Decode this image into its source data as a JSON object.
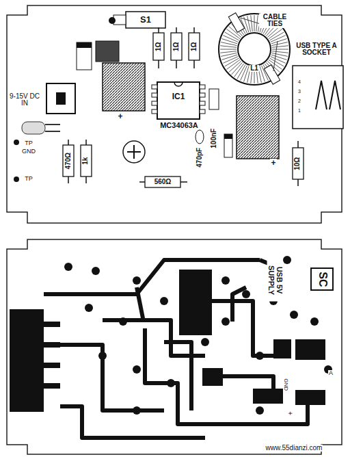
{
  "diagram": {
    "labels": [
      "S1",
      "CABLE TIES",
      "USB TYPE A SOCKET",
      "1Ω",
      "1Ω",
      "1Ω",
      "L1",
      "9-15V DC IN",
      "IC1",
      "MC34063A",
      "+",
      "TP",
      "GND",
      "TP",
      "470Ω",
      "1k",
      "100nF",
      "470pF",
      "10Ω",
      "560Ω",
      "+",
      "4",
      "3",
      "2",
      "1",
      "USB 5V SUPPLY",
      "SC",
      "A",
      "GND",
      "+",
      "www.55dianzi.com"
    ]
  }
}
